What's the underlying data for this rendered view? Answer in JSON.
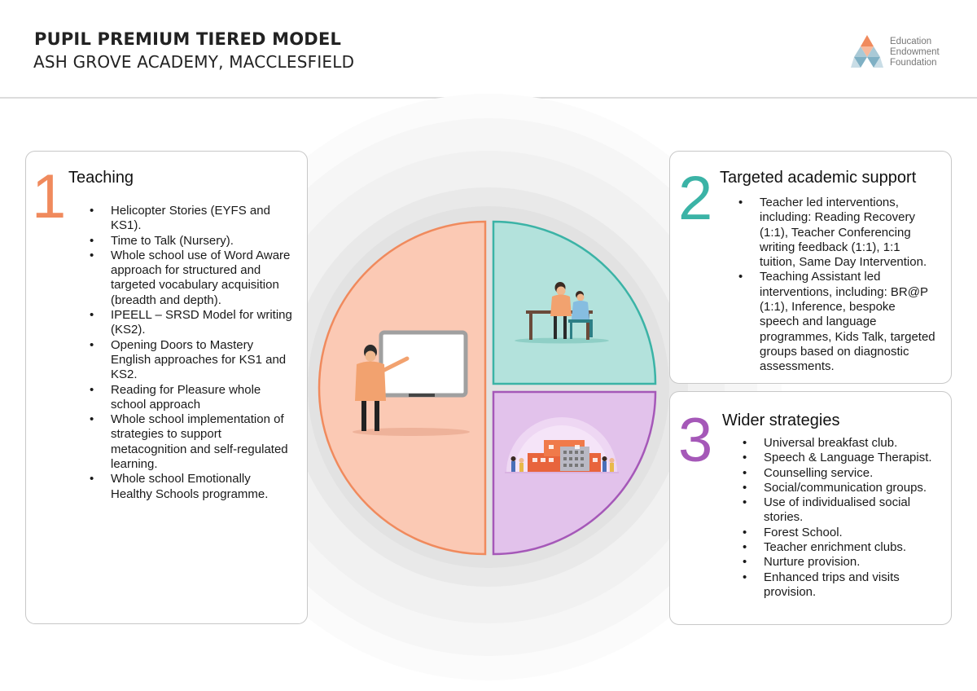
{
  "header": {
    "title": "PUPIL PREMIUM TIERED MODEL",
    "subtitle": "ASH GROVE ACADEMY, MACCLESFIELD"
  },
  "logo": {
    "line1": "Education",
    "line2": "Endowment",
    "line3": "Foundation",
    "icon": "eef-triangle-logo"
  },
  "colors": {
    "tier1": "#f08a5d",
    "tier1_fill": "#fbc9b4",
    "tier2": "#3bb3a6",
    "tier2_fill": "#b3e2dc",
    "tier3": "#a558b8",
    "tier3_fill": "#e2c2eb"
  },
  "tiers": [
    {
      "number": "1",
      "title": "Teaching",
      "illustration": "teacher-whiteboard-icon",
      "items": [
        "Helicopter Stories (EYFS and KS1).",
        "Time to Talk (Nursery).",
        "Whole school use of Word Aware approach for structured and targeted vocabulary acquisition (breadth and depth).",
        "IPEELL – SRSD Model for writing (KS2).",
        "Opening Doors to Mastery English approaches for KS1 and KS2.",
        "Reading for Pleasure whole school approach",
        "Whole school implementation of strategies to support metacognition and self-regulated learning.",
        "Whole school Emotionally Healthy Schools programme."
      ]
    },
    {
      "number": "2",
      "title": "Targeted academic support",
      "illustration": "tutor-with-pupil-icon",
      "items": [
        "Teacher led interventions, including: Reading Recovery (1:1), Teacher Conferencing writing feedback (1:1), 1:1 tuition, Same Day Intervention.",
        "Teaching Assistant led interventions, including: BR@P (1:1), Inference, bespoke speech and language programmes, Kids Talk, targeted groups based on diagnostic assessments."
      ]
    },
    {
      "number": "3",
      "title": "Wider strategies",
      "illustration": "school-community-icon",
      "items": [
        "Universal breakfast club.",
        "Speech & Language Therapist.",
        "Counselling service.",
        "Social/communication groups.",
        "Use of individualised social stories.",
        "Forest School.",
        "Teacher enrichment clubs.",
        "Nurture provision.",
        "Enhanced trips and visits provision."
      ]
    }
  ]
}
